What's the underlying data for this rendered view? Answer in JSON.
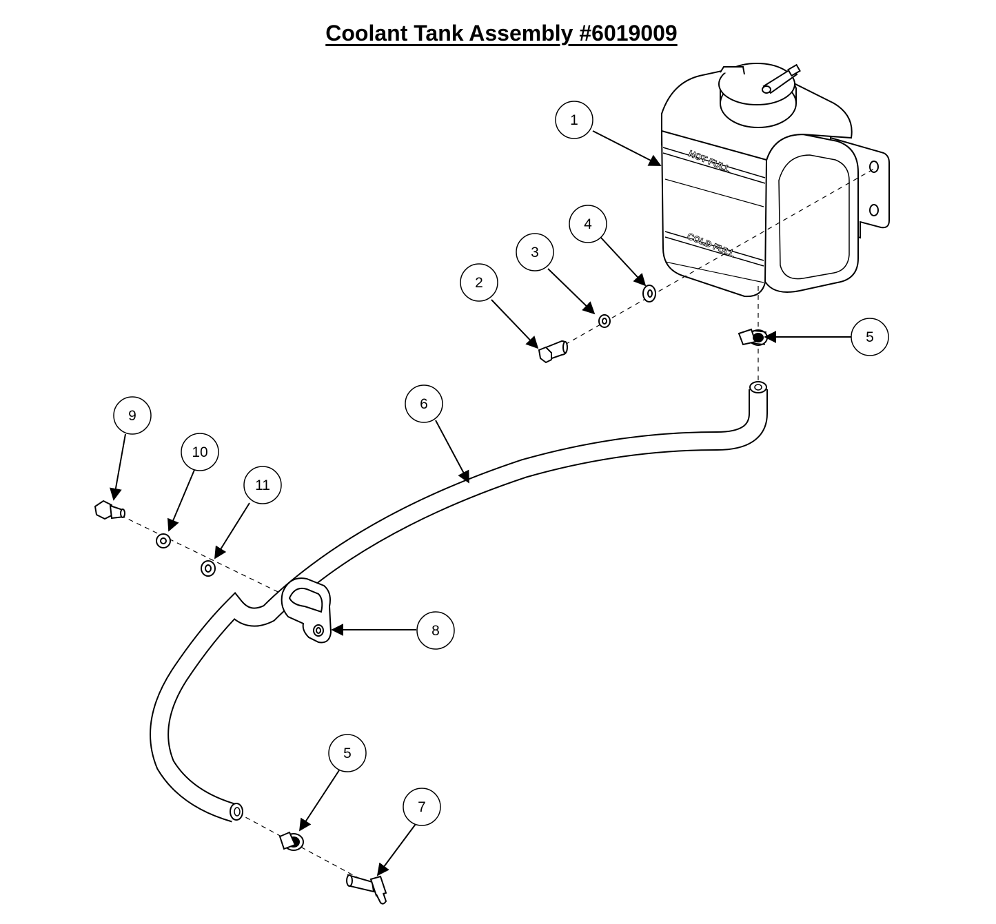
{
  "title": "Coolant Tank Assembly #6019009",
  "tank_labels": {
    "hot": "HOT FULL",
    "cold": "COLD FULL"
  },
  "callouts": [
    {
      "id": "c1",
      "label": "1",
      "part": "coolant-tank"
    },
    {
      "id": "c2",
      "label": "2",
      "part": "bolt"
    },
    {
      "id": "c3",
      "label": "3",
      "part": "lock-washer"
    },
    {
      "id": "c4",
      "label": "4",
      "part": "flat-washer"
    },
    {
      "id": "c5a",
      "label": "5",
      "part": "hose-clamp-upper"
    },
    {
      "id": "c6",
      "label": "6",
      "part": "coolant-hose"
    },
    {
      "id": "c7",
      "label": "7",
      "part": "hose-fitting"
    },
    {
      "id": "c8",
      "label": "8",
      "part": "hose-clip"
    },
    {
      "id": "c9",
      "label": "9",
      "part": "bolt"
    },
    {
      "id": "c10",
      "label": "10",
      "part": "lock-washer"
    },
    {
      "id": "c11",
      "label": "11",
      "part": "flat-washer"
    },
    {
      "id": "c5b",
      "label": "5",
      "part": "hose-clamp-lower"
    }
  ]
}
